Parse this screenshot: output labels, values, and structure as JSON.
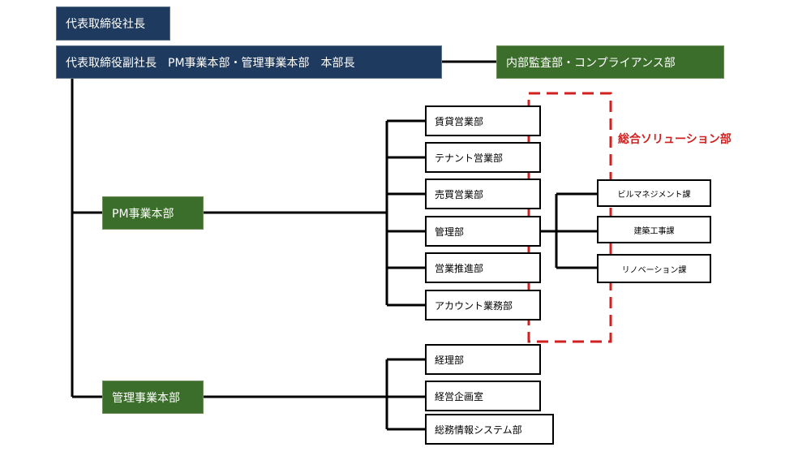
{
  "colors": {
    "executive_fill": "#1f3a5f",
    "division_fill": "#3b6e2a",
    "department_fill": "#ffffff",
    "connector": "#000000",
    "highlight_dash": "#d02020"
  },
  "executives": {
    "ceo": "代表取締役社長",
    "vice_president": "代表取締役副社長　PM事業本部・管理事業本部　本部長"
  },
  "audit": "内部監査部・コンプライアンス部",
  "divisions": {
    "pm": {
      "label": "PM事業本部",
      "departments": [
        "賃貸営業部",
        "テナント営業部",
        "売買営業部",
        "管理部",
        "営業推進部",
        "アカウント業務部"
      ]
    },
    "admin": {
      "label": "管理事業本部",
      "departments": [
        "経理部",
        "経営企画室",
        "総務情報システム部"
      ]
    }
  },
  "management_sections": [
    "ビルマネジメント課",
    "建築工事課",
    "リノベーション課"
  ],
  "solution_group": {
    "label": "総合ソリューション部",
    "icon": "dashed-group-outline"
  }
}
